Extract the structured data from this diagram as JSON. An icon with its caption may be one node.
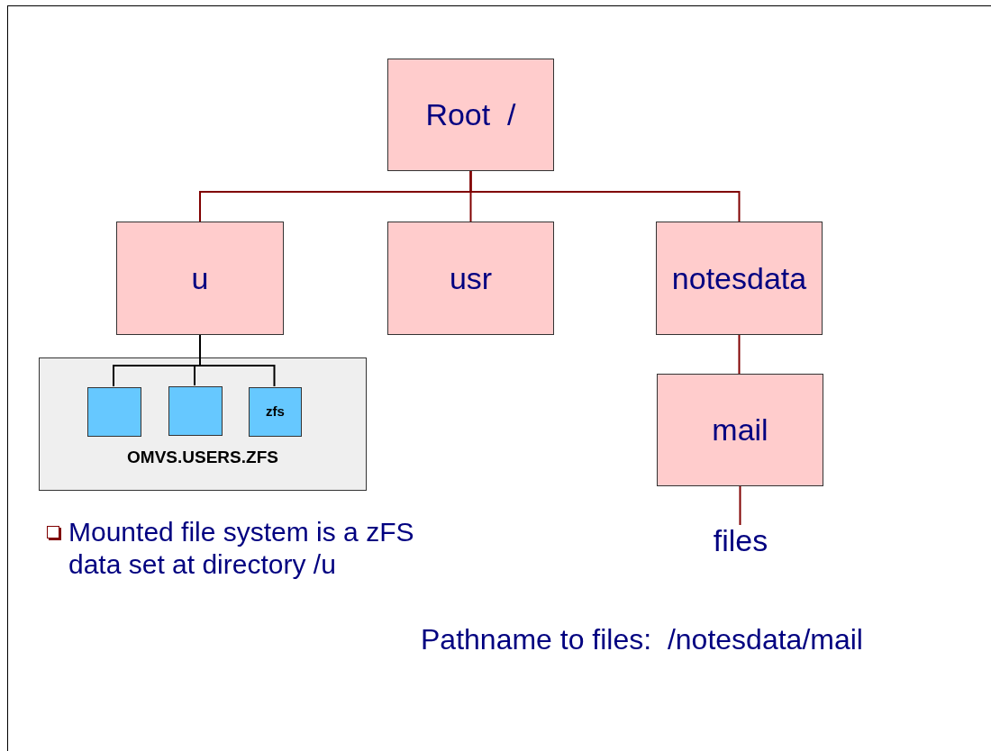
{
  "diagram": {
    "nodes": [
      {
        "text": [
          "Root  /"
        ]
      },
      {
        "text": [
          "u"
        ]
      },
      {
        "text": [
          "usr"
        ]
      },
      {
        "text": [
          "notesdata"
        ]
      },
      {
        "text": [
          "OMVS.USERS.ZFS"
        ]
      },
      {
        "text": [],
        "shape": "box",
        "in": 4
      },
      {
        "text": [],
        "shape": "box",
        "in": 4
      },
      {
        "text": [
          "zfs"
        ],
        "in": 4
      },
      {
        "text": [
          "mail"
        ]
      },
      {
        "text": [
          "files"
        ]
      }
    ],
    "edges": [
      {
        "from": 0,
        "to": 1,
        "arrow": "none"
      },
      {
        "from": 0,
        "to": 2,
        "arrow": "none"
      },
      {
        "from": 0,
        "to": 3,
        "arrow": "none"
      },
      {
        "from": 1,
        "to": 5,
        "arrow": "none",
        "color": "#000000"
      },
      {
        "from": 1,
        "to": 6,
        "arrow": "none",
        "color": "#000000"
      },
      {
        "from": 1,
        "to": 7,
        "arrow": "none",
        "color": "#000000"
      },
      {
        "from": 3,
        "to": 8,
        "arrow": "none"
      },
      {
        "from": 8,
        "to": 9,
        "arrow": "none"
      }
    ],
    "labels": [
      "Mounted file system is a zFS data set at directory /u",
      "Pathname to files:  /notesdata/mail"
    ]
  }
}
